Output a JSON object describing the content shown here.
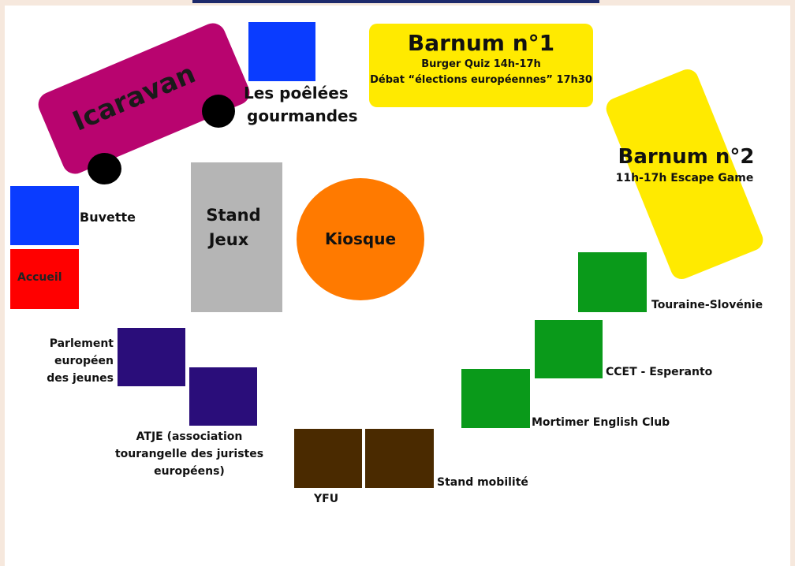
{
  "colors": {
    "background_frame": "#f6e8dd",
    "canvas": "#ffffff",
    "caravan": "#b8046f",
    "wheel": "#000000",
    "blue": "#0a3cff",
    "red": "#ff0000",
    "gray": "#b5b5b5",
    "orange": "#ff7a00",
    "yellow": "#ffea00",
    "purple": "#2a0d7a",
    "green": "#0a9a1a",
    "brown": "#4a2a00"
  },
  "stands": {
    "icaravan": "Icaravan",
    "poelees_line1": "Les poêlées",
    "poelees_line2": "gourmandes",
    "barnum1_title": "Barnum n°1",
    "barnum1_line1": "Burger Quiz 14h-17h",
    "barnum1_line2": "Débat “élections européennes” 17h30",
    "barnum2_title": "Barnum n°2",
    "barnum2_line1": "11h-17h Escape Game",
    "buvette": "Buvette",
    "accueil": "Accueil",
    "stand_jeux_line1": "Stand",
    "stand_jeux_line2": "Jeux",
    "kiosque": "Kiosque",
    "parlement_line1": "Parlement",
    "parlement_line2": "européen",
    "parlement_line3": "des jeunes",
    "atje_line1": "ATJE (association",
    "atje_line2": "tourangelle des juristes",
    "atje_line3": "européens)",
    "yfu": "YFU",
    "stand_mobilite": "Stand mobilité",
    "mortimer": "Mortimer English Club",
    "ccet": "CCET - Esperanto",
    "touraine": "Touraine-Slovénie"
  }
}
